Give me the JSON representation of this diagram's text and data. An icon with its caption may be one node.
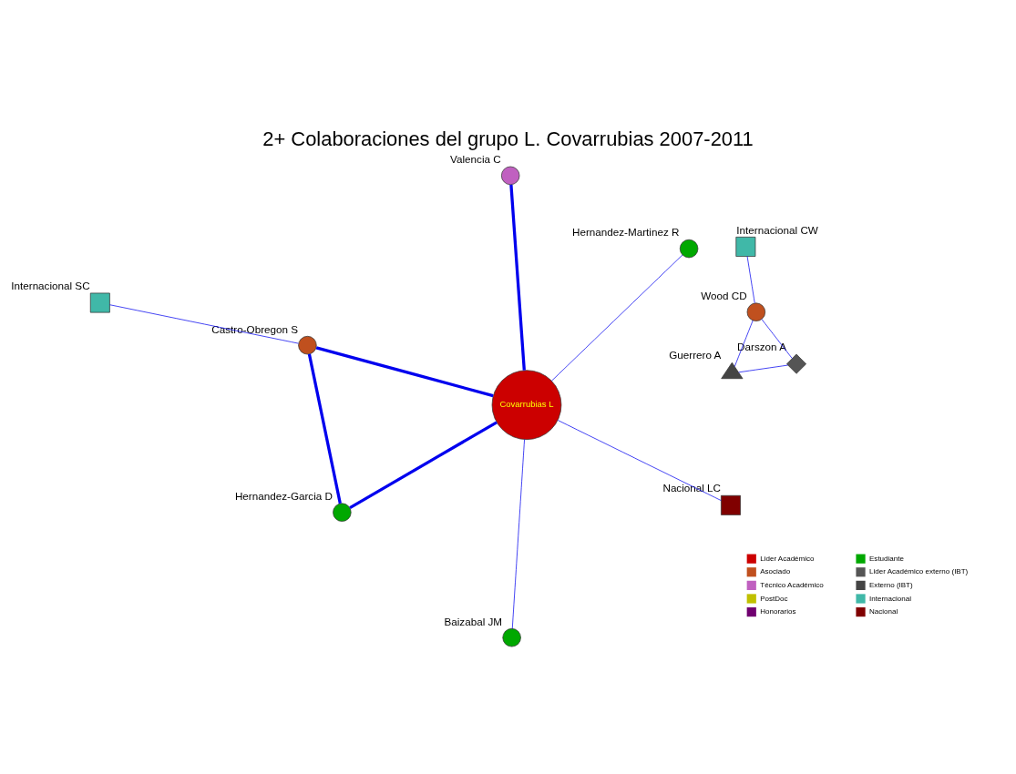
{
  "diagram": {
    "title": "2+ Colaboraciones del grupo L. Covarrubias 2007-2011",
    "nodes": [
      {
        "text": [
          "Internacional SC"
        ]
      },
      {
        "text": [
          "Castro-Obregon S"
        ]
      },
      {
        "text": [
          "Hernandez-Garcia D"
        ]
      },
      {
        "text": [
          "Covarrubias L"
        ]
      },
      {
        "text": [
          "Hernandez-Martinez R"
        ]
      },
      {
        "text": [
          "Valencia C"
        ]
      },
      {
        "text": [
          "Baizabal JM"
        ]
      },
      {
        "text": [
          "Nacional LC"
        ]
      },
      {
        "text": [
          "Guerrero A"
        ]
      },
      {
        "text": [
          "Darszon A"
        ]
      },
      {
        "text": [
          "Wood CD"
        ]
      },
      {
        "text": [
          "Internacional CW"
        ]
      }
    ],
    "edges": [
      {
        "from": 0,
        "to": 1,
        "arrow": "none"
      },
      {
        "from": 2,
        "to": 1,
        "arrow": "none",
        "style": "thick"
      },
      {
        "from": 2,
        "to": 3,
        "arrow": "none",
        "style": "thick"
      },
      {
        "from": 1,
        "to": 3,
        "arrow": "none",
        "style": "thick"
      },
      {
        "from": 3,
        "to": 4,
        "arrow": "none"
      },
      {
        "from": 3,
        "to": 5,
        "arrow": "none",
        "style": "thick"
      },
      {
        "from": 3,
        "to": 6,
        "arrow": "none"
      },
      {
        "from": 3,
        "to": 7,
        "arrow": "none"
      },
      {
        "from": 8,
        "to": 9,
        "arrow": "none"
      },
      {
        "from": 8,
        "to": 10,
        "arrow": "none"
      },
      {
        "from": 9,
        "to": 10,
        "arrow": "none"
      },
      {
        "from": 10,
        "to": 11,
        "arrow": "none"
      }
    ],
    "legend": [
      {
        "text": "Lider Académico",
        "color": "#cc0000"
      },
      {
        "text": "Asociado",
        "color": "#c0501e"
      },
      {
        "text": "Técnico Académico",
        "color": "#c060c0"
      },
      {
        "text": "PostDoc",
        "color": "#c0c000"
      },
      {
        "text": "Honorarios",
        "color": "#700070"
      },
      {
        "text": "Estudiante",
        "color": "#00a800"
      },
      {
        "text": "Lider Académico externo (IBT)",
        "color": "#555555"
      },
      {
        "text": "Externo (IBT)",
        "color": "#444444"
      },
      {
        "text": "Internacional",
        "color": "#40b8a8"
      },
      {
        "text": "Nacional",
        "color": "#800000"
      }
    ]
  }
}
